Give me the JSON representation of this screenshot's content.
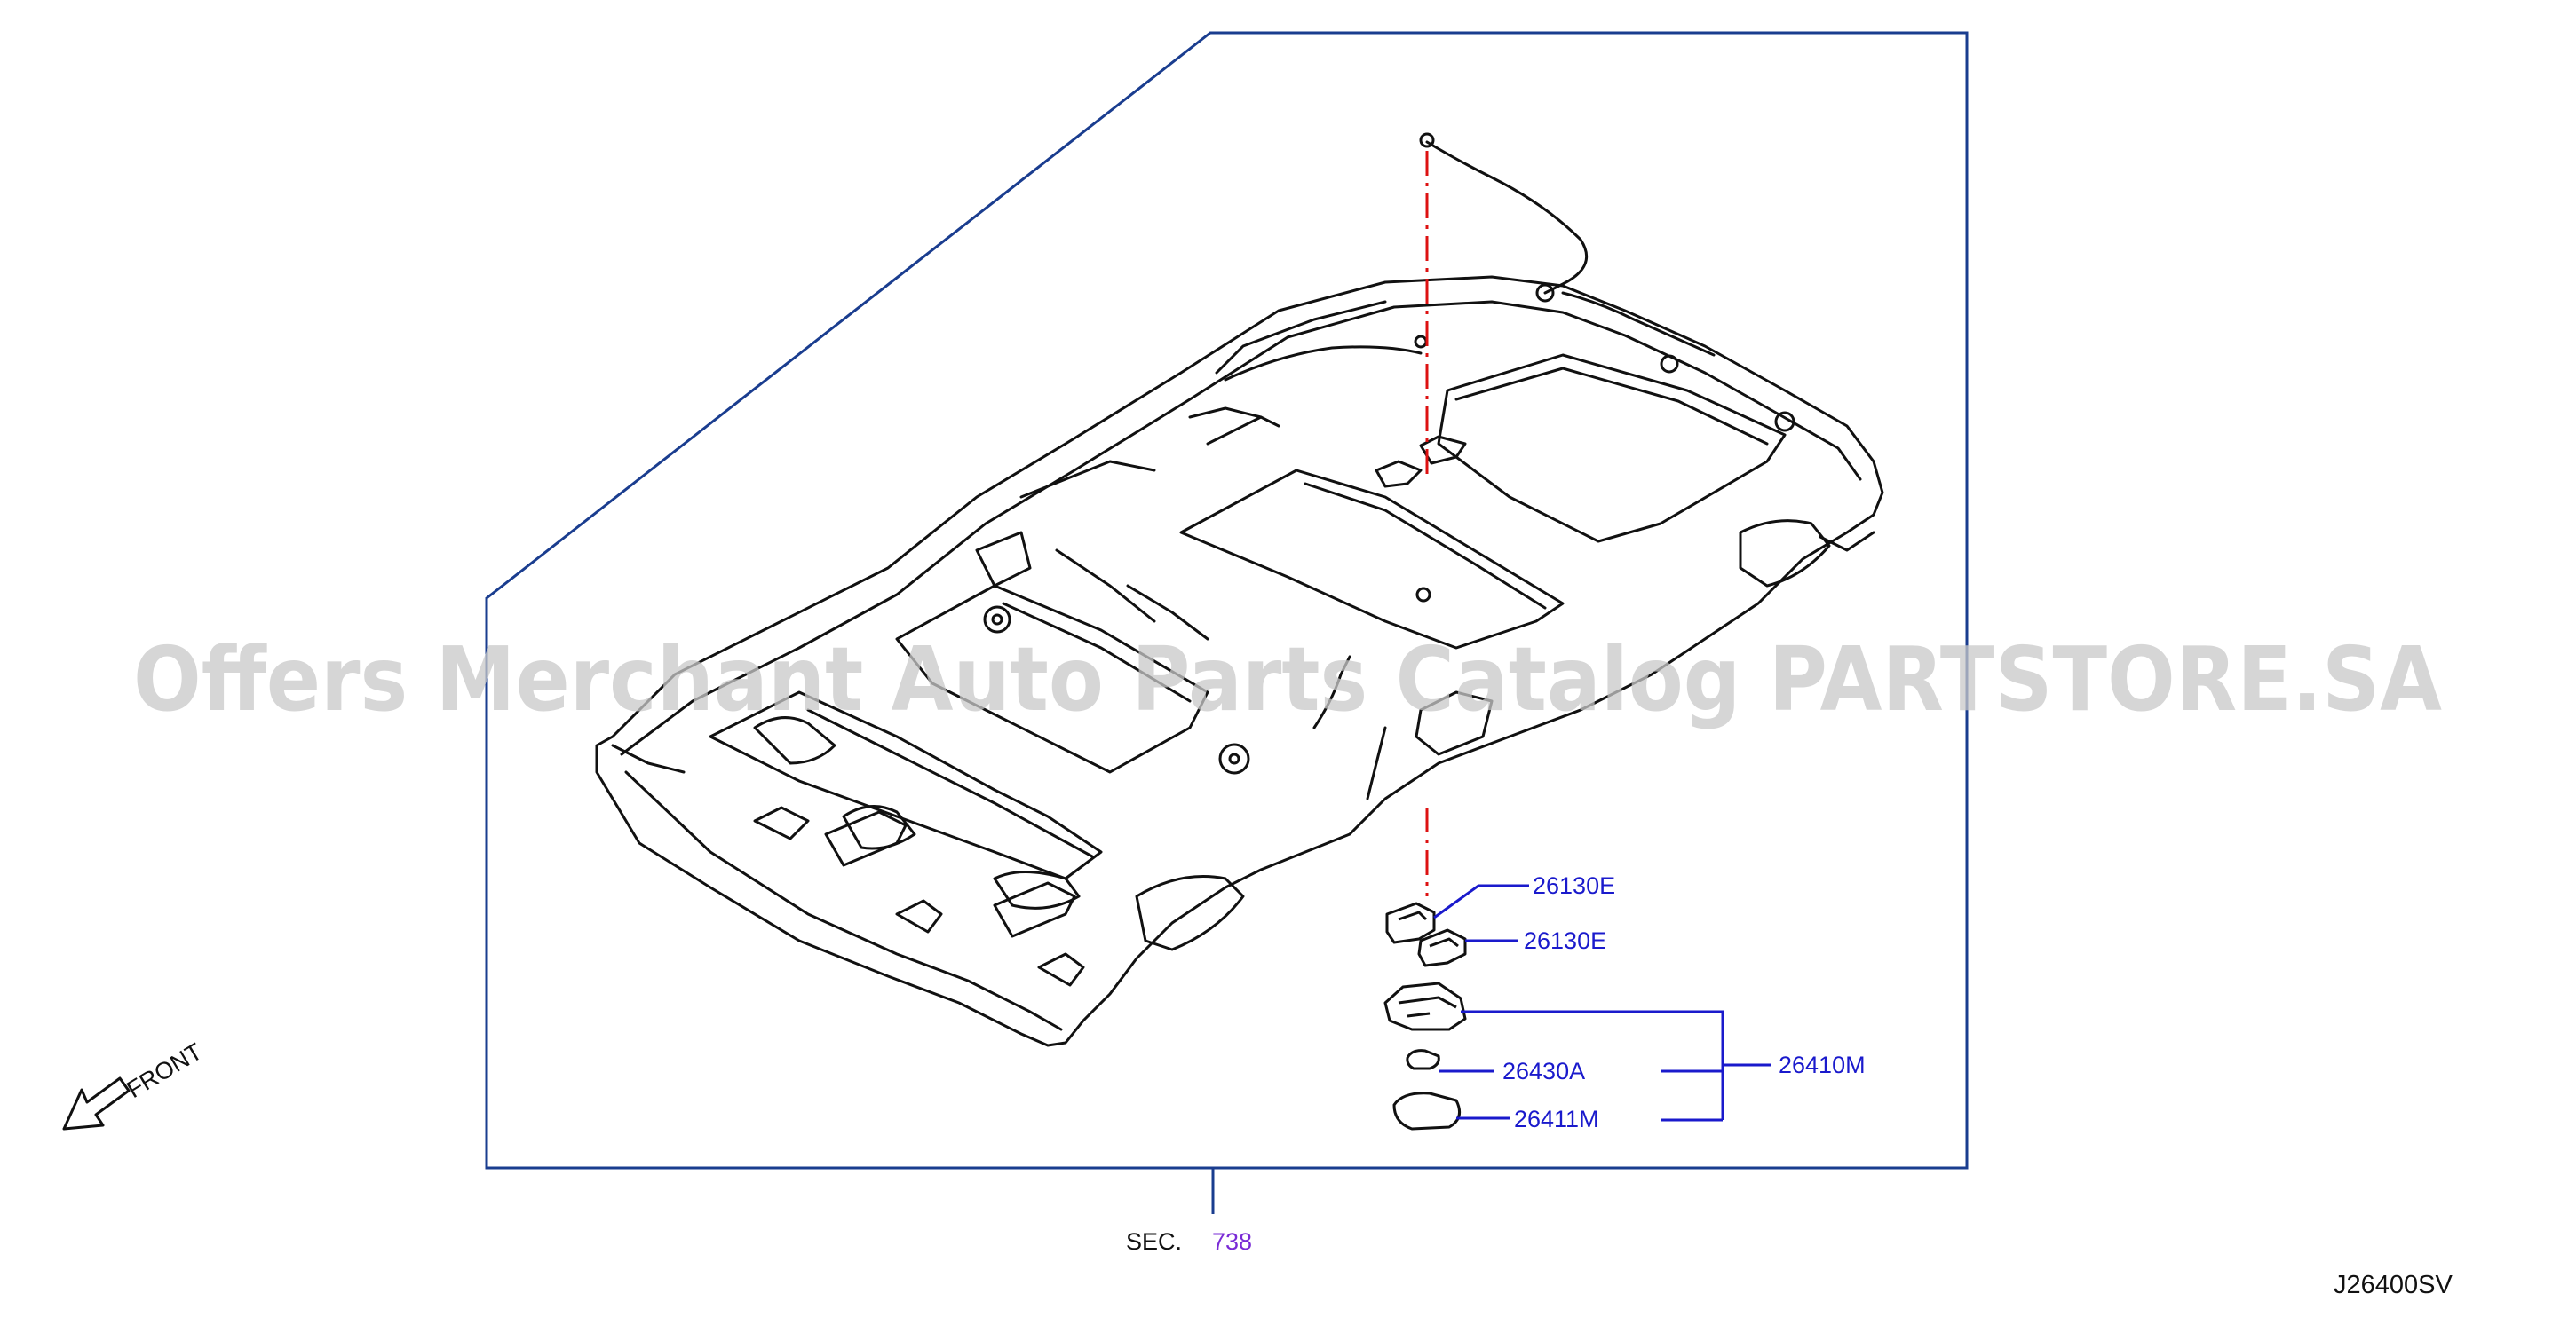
{
  "diagram": {
    "parts": {
      "p_26130E_a": "26130E",
      "p_26130E_b": "26130E",
      "p_26430A": "26430A",
      "p_26411M": "26411M",
      "p_26410M": "26410M"
    },
    "section_ref": {
      "prefix": "SEC.",
      "number": "738"
    },
    "front_label": "FRONT",
    "diagram_code": "J26400SV",
    "watermark": "Offers Merchant Auto Parts Catalog PARTSTORE.SA",
    "colors": {
      "frame": "#1a3d8f",
      "leader": "#1a1acc",
      "part_link": "#1a1acc",
      "section_link": "#7a2bd6",
      "centerline": "#dd1111",
      "drawing": "#111111"
    }
  }
}
